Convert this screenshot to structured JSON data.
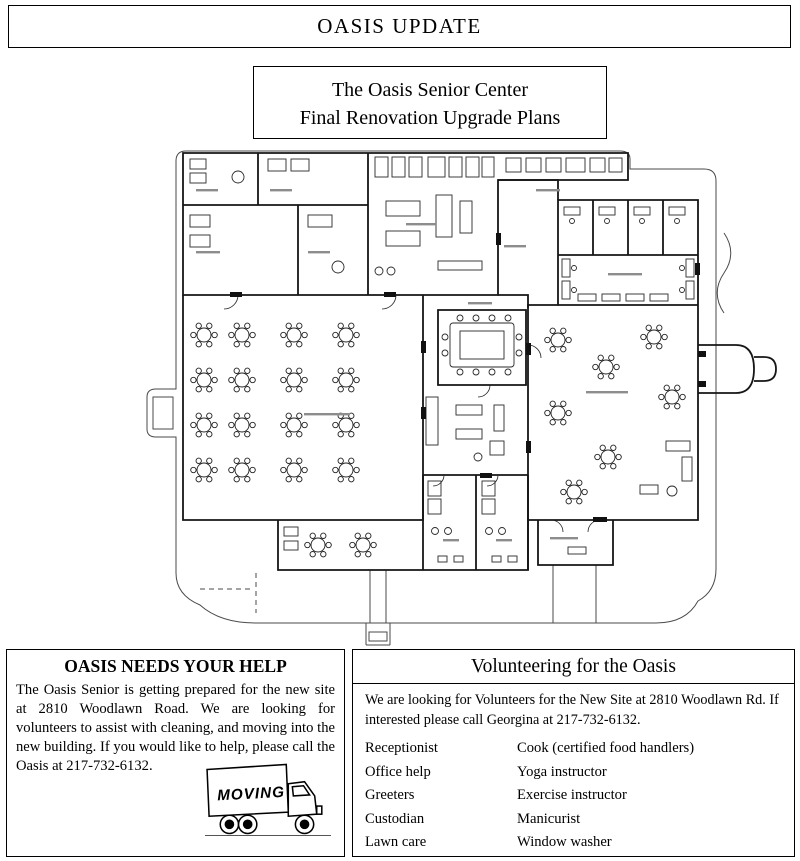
{
  "header": {
    "title": "OASIS UPDATE"
  },
  "plan": {
    "title_line1": "The Oasis Senior Center",
    "title_line2": "Final Renovation Upgrade Plans"
  },
  "help_box": {
    "title": "OASIS NEEDS YOUR HELP",
    "body_start": "The Oasis Senior is getting prepared for the new site at 2810 Woodlawn Road.  We are looking for volunteers to assist with cleaning, and moving into the new building.  If you would like to",
    "body_end": "help, please call the Oasis at 217-732-6132.",
    "truck_label": "MOVING"
  },
  "volunteer_box": {
    "title": "Volunteering for the Oasis",
    "intro": "We are looking for Volunteers for the New Site at 2810 Woodlawn Rd. If interested please call Georgina at 217-732-6132.",
    "roles_left": [
      "Receptionist",
      "Office help",
      "Greeters",
      "Custodian",
      "Lawn care"
    ],
    "roles_right": [
      "Cook (certified food handlers)",
      "Yoga instructor",
      "Exercise instructor",
      "Manicurist",
      "Window washer"
    ]
  }
}
